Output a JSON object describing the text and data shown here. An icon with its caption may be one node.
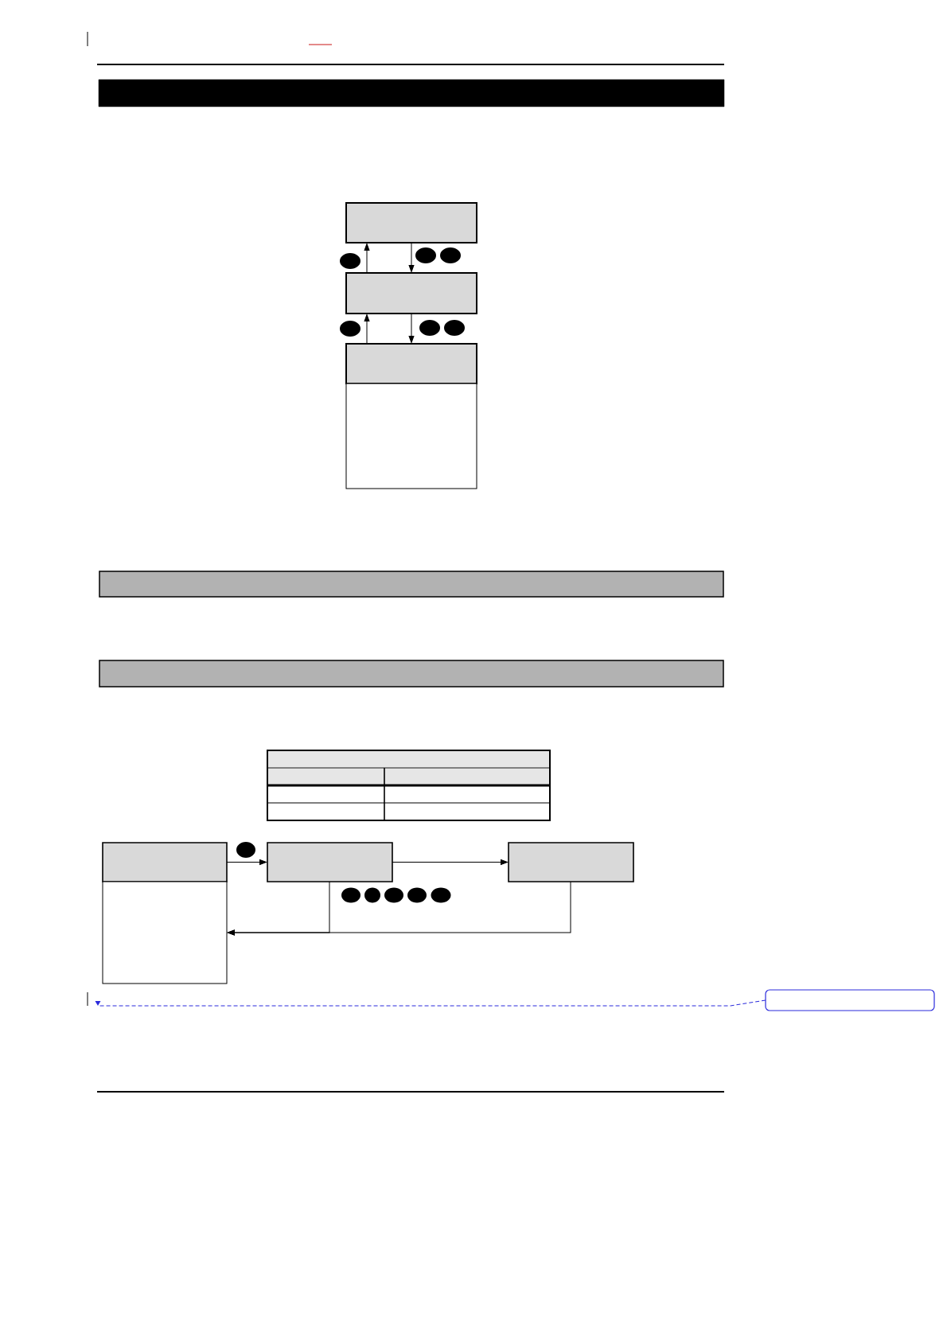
{
  "diagram": {
    "nodes": [
      {
        "text": [],
        "shape": "box"
      },
      {
        "text": [],
        "shape": "box"
      },
      {
        "text": [],
        "shape": "box"
      },
      {
        "text": [],
        "shape": "box"
      },
      {
        "text": [],
        "shape": "box"
      },
      {
        "text": [],
        "shape": "box"
      },
      {
        "text": [],
        "shape": "box"
      },
      {
        "text": [],
        "shape": "box"
      },
      {
        "text": [],
        "shape": "box"
      },
      {
        "text": [],
        "shape": "box"
      },
      {
        "text": [],
        "shape": "box"
      },
      {
        "text": [],
        "shape": "box"
      }
    ],
    "edges": [
      {
        "from": 2,
        "to": 1,
        "arrow": "to"
      },
      {
        "from": 1,
        "to": 2,
        "arrow": "to"
      },
      {
        "from": 3,
        "to": 2,
        "arrow": "to"
      },
      {
        "from": 2,
        "to": 3,
        "arrow": "to"
      },
      {
        "from": 7,
        "to": 9,
        "arrow": "to"
      },
      {
        "from": 9,
        "to": 10,
        "arrow": "to"
      },
      {
        "from": 9,
        "to": 8,
        "arrow": "to"
      },
      {
        "from": 10,
        "to": 8,
        "arrow": "to"
      },
      {
        "from": 11,
        "to": null,
        "arrow": "other",
        "style": "dashed",
        "color": "#2b2bdc"
      }
    ]
  }
}
